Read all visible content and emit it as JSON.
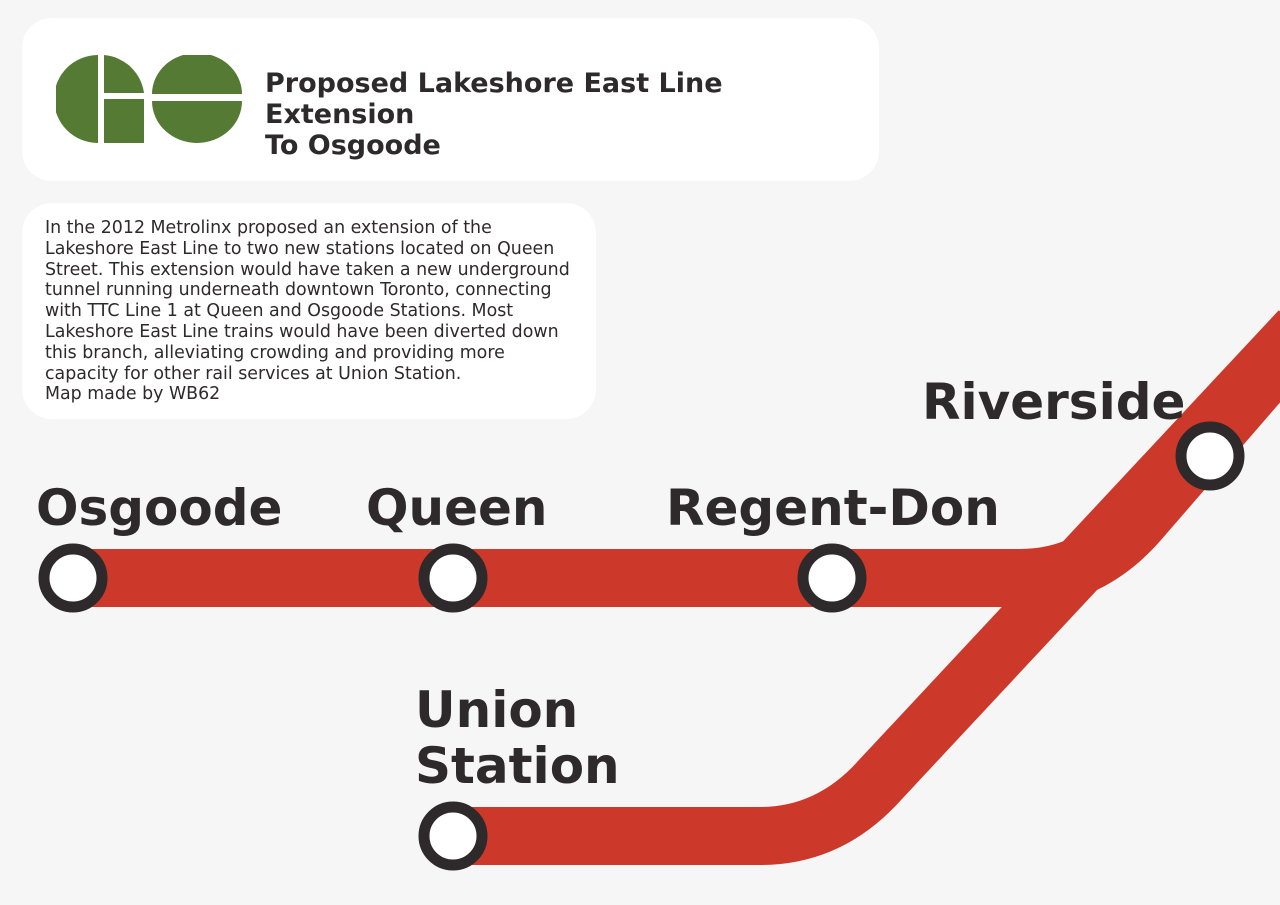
{
  "header": {
    "logo_name": "GO Transit logo",
    "title_line1": "Proposed Lakeshore East Line Extension",
    "title_line2": "To Osgoode"
  },
  "description": {
    "lines": [
      "In the 2012 Metrolinx proposed an extension of the",
      "Lakeshore East Line to two new stations located on Queen",
      "Street. This extension would have taken a new underground",
      "tunnel running underneath downtown Toronto, connecting",
      "with TTC Line 1 at Queen and Osgoode Stations. Most",
      "Lakeshore East Line trains would have been diverted down",
      "this branch, alleviating crowding and providing more",
      "capacity for other rail services at Union Station.",
      "Map made by WB62"
    ]
  },
  "stations": {
    "osgoode": "Osgoode",
    "queen": "Queen",
    "regent_don": "Regent-Don",
    "riverside": "Riverside",
    "union_line1": "Union",
    "union_line2": "Station"
  },
  "colors": {
    "line": "#cc3829",
    "station_ring": "#2e2a2b",
    "logo_green": "#557a33",
    "background": "#f6f6f6",
    "card": "#ffffff",
    "text": "#2e2a2b"
  }
}
